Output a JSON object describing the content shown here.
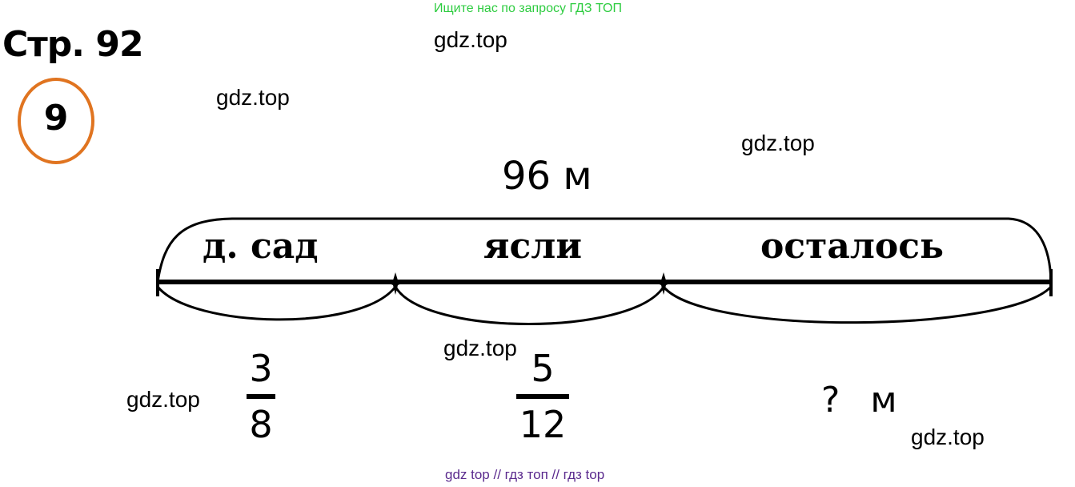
{
  "banner": "Ищите нас по запросу ГДЗ ТОП",
  "page_title": "Стр. 92",
  "task_number": "9",
  "watermark": "gdz.top",
  "diagram": {
    "total": "96 м",
    "segments": [
      "д. сад",
      "ясли",
      "осталось"
    ],
    "fraction_1": {
      "numerator": "3",
      "denominator": "8"
    },
    "fraction_2": {
      "numerator": "5",
      "denominator": "12"
    },
    "unknown": {
      "question": "?",
      "unit": "м"
    }
  },
  "footer": "gdz top  //  гдз топ  //  гдз top",
  "colors": {
    "banner": "#2ecc40",
    "circle": "#e07420",
    "footer": "#5b2b8e"
  }
}
